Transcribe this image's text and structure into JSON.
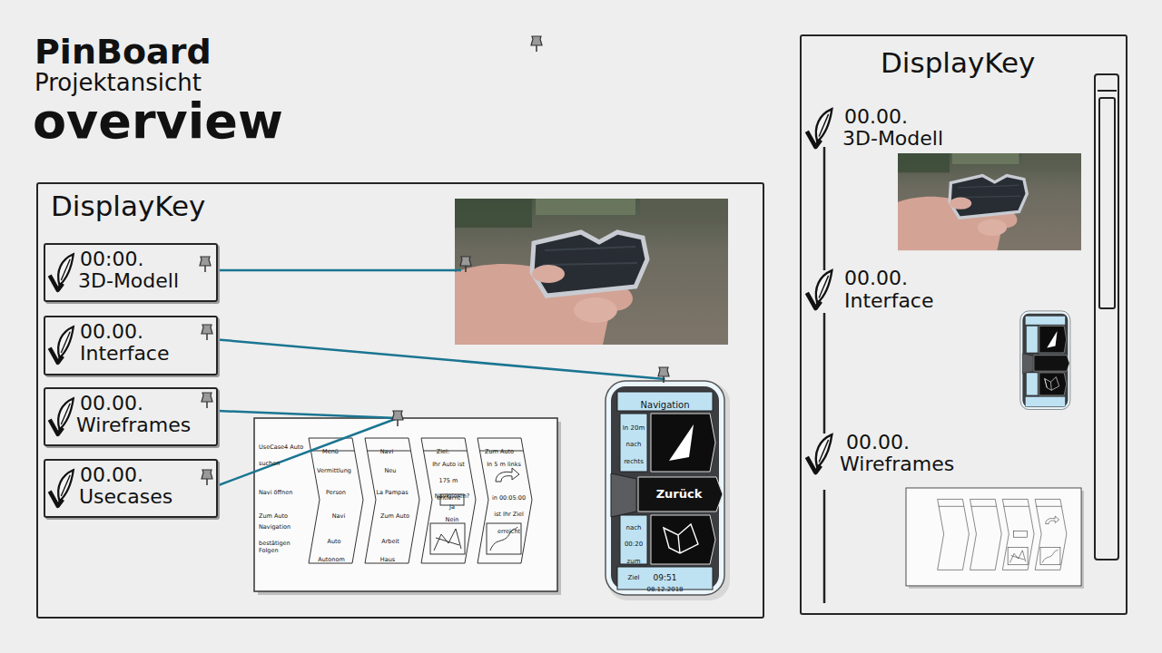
{
  "diagram": {
    "title": "PinBoard",
    "nodes": [
      {
        "text": [
          "DisplayKey"
        ]
      },
      {
        "text": [
          "00:00.",
          "3D-Modell"
        ],
        "in": 0
      },
      {
        "text": [
          "00.00.",
          "Interface"
        ],
        "in": 0
      },
      {
        "text": [
          "00.00.",
          "Wireframes"
        ],
        "in": 0
      },
      {
        "text": [
          "00.00.",
          "Usecases"
        ],
        "in": 0
      },
      {
        "text": [
          "Navigation",
          "In 20m nach rechts",
          "Zurück",
          "nach 00:20 zum Ziel",
          "09:51",
          "08.12.2018"
        ],
        "in": 0
      },
      {
        "text": [
          "UseCase4 Auto suchen",
          "Navi öffnen",
          "Zum Auto",
          "Navigation bestätigen",
          "Folgen",
          "Menü",
          "Vermittlung",
          "Person",
          "Navi",
          "Auto",
          "Autonom",
          "Navi",
          "Neu",
          "La Pampas",
          "Zum Auto",
          "Arbeit",
          "Haus",
          "Ziel:",
          "Ihr Auto ist 175 m entfernt",
          "Navigieren?",
          "Ja",
          "Nein",
          "Zum Auto",
          "In 5 m links",
          "in 00:05:00 ist Ihr Ziel erreicht"
        ],
        "in": 0
      },
      {
        "text": [
          "DisplayKey"
        ]
      }
    ],
    "edges": [
      {
        "from": 2,
        "to": 5,
        "arrow": "none"
      },
      {
        "from": 3,
        "to": 6,
        "arrow": "none"
      },
      {
        "from": 4,
        "to": 6,
        "arrow": "none"
      }
    ],
    "labels": [
      "Projektansicht",
      "overview",
      "00.00.",
      "3D-Modell",
      "00.00.",
      "Interface",
      "00.00.",
      "Wireframes"
    ]
  }
}
